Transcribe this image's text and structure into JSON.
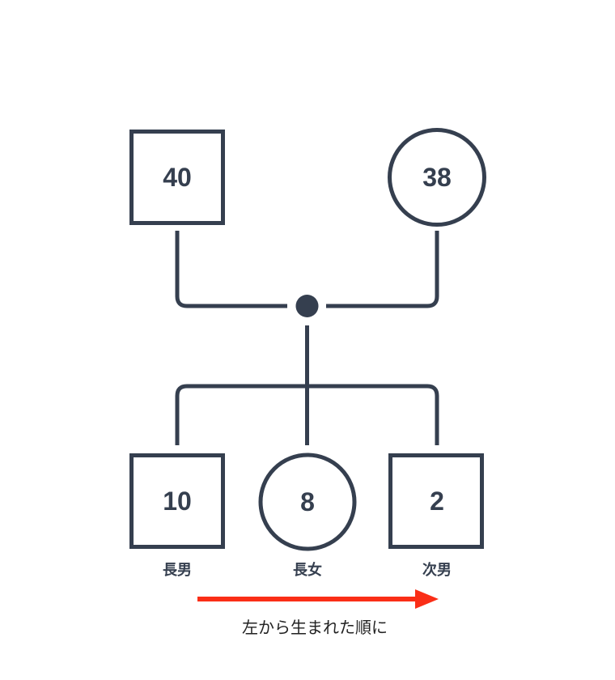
{
  "colors": {
    "shape_stroke": "#353f4f",
    "arrow": "#fa2e17",
    "caption_text": "#222222"
  },
  "family": {
    "father": {
      "age": "40"
    },
    "mother": {
      "age": "38"
    },
    "children": [
      {
        "age": "10",
        "label": "長男"
      },
      {
        "age": "8",
        "label": "長女"
      },
      {
        "age": "2",
        "label": "次男"
      }
    ]
  },
  "caption": "左から生まれた順に"
}
